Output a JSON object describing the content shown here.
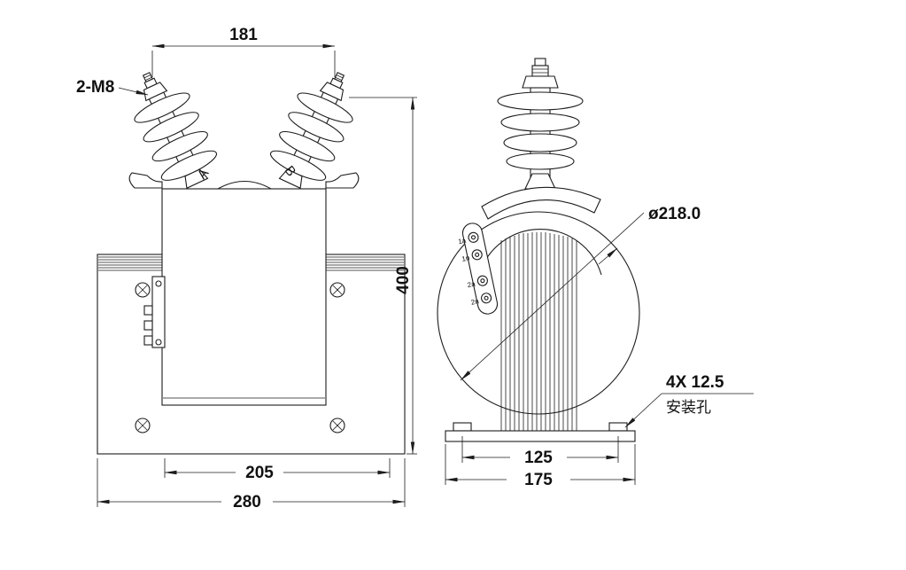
{
  "front_view": {
    "dim_top_width": "181",
    "stud_label": "2-M8",
    "dim_height": "400",
    "dim_inner_width": "205",
    "dim_outer_width": "280",
    "phase_a": "A",
    "phase_b": "B"
  },
  "side_view": {
    "dim_diameter": "ø218.0",
    "dim_base_inner": "125",
    "dim_base_outer": "175",
    "hole_callout": "4X 12.5",
    "hole_callout_cn": "安装孔",
    "terminals": [
      "1a",
      "1n",
      "2a",
      "2n"
    ]
  }
}
